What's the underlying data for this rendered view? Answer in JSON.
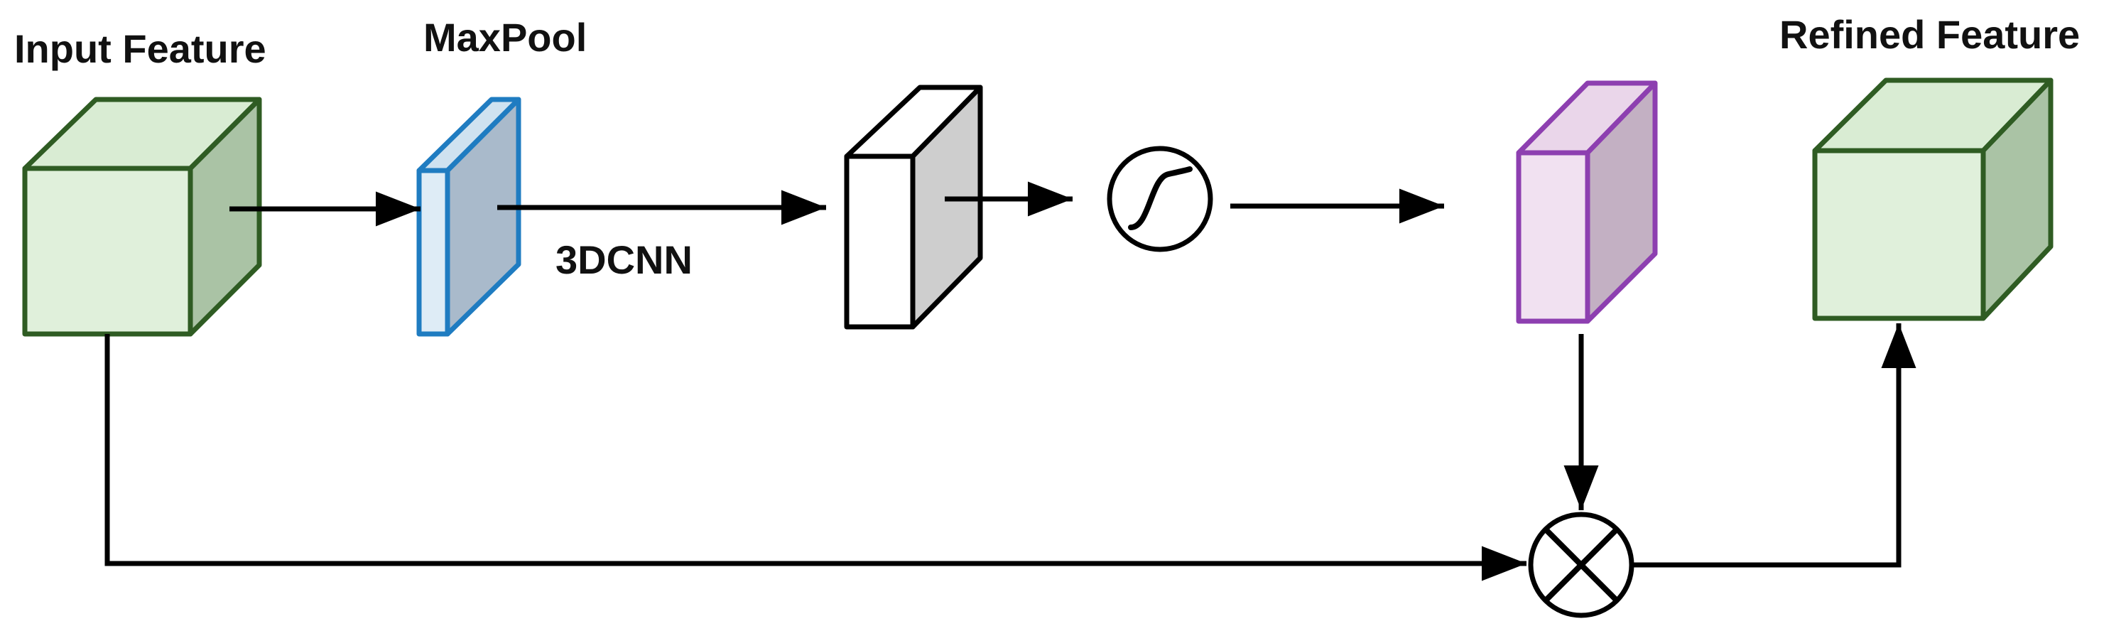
{
  "labels": {
    "input_feature": "Input Feature",
    "maxpool": "MaxPool",
    "conv": "3DCNN",
    "refined_feature": "Refined Feature"
  },
  "colors": {
    "input_cube_front": "#e0f0db",
    "input_cube_top": "#d9ecd3",
    "input_cube_side": "#aac3a5",
    "input_cube_stroke": "#2f5c23",
    "maxpool_front": "#deecf6",
    "maxpool_top": "#cfe2f0",
    "maxpool_side": "#a9bacb",
    "maxpool_stroke": "#1f7cc1",
    "conv_front": "#ffffff",
    "conv_side": "#cecece",
    "conv_stroke": "#000000",
    "attention_front": "#f1e1f1",
    "attention_top": "#ead6ea",
    "attention_side": "#c3b0c3",
    "attention_stroke": "#8d3fb0",
    "refined_front": "#e0f0db",
    "refined_top": "#d9ecd3",
    "refined_side": "#aac3a5",
    "refined_stroke": "#2f5c23",
    "arrows": "#000000"
  },
  "icons": {
    "sigmoid": "sigmoid-activation-icon",
    "multiply": "elementwise-multiply-icon"
  }
}
